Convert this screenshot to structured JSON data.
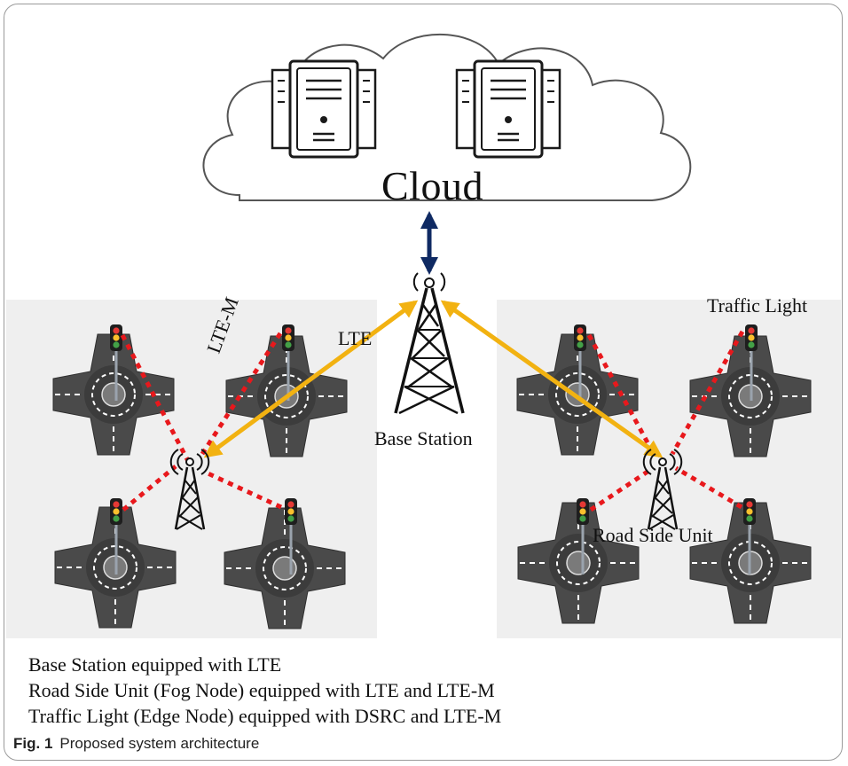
{
  "cloud": {
    "title": "Cloud"
  },
  "labels": {
    "lte": "LTE",
    "lte_m": "LTE-M",
    "base_station": "Base Station",
    "traffic_light": "Traffic Light",
    "road_side_unit": "Road Side Unit"
  },
  "legend": [
    "Base Station equipped with LTE",
    "Road Side Unit (Fog Node) equipped with LTE and LTE-M",
    "Traffic Light (Edge Node) equipped with DSRC and LTE-M"
  ],
  "caption": {
    "label": "Fig. 1",
    "text": "Proposed system architecture"
  },
  "colors": {
    "lte_link": "#f2b211",
    "lte_m_link": "#e8181c",
    "cloud_link": "#0f2a63",
    "road": "#4a4a4a",
    "block_bg": "#efefef"
  }
}
